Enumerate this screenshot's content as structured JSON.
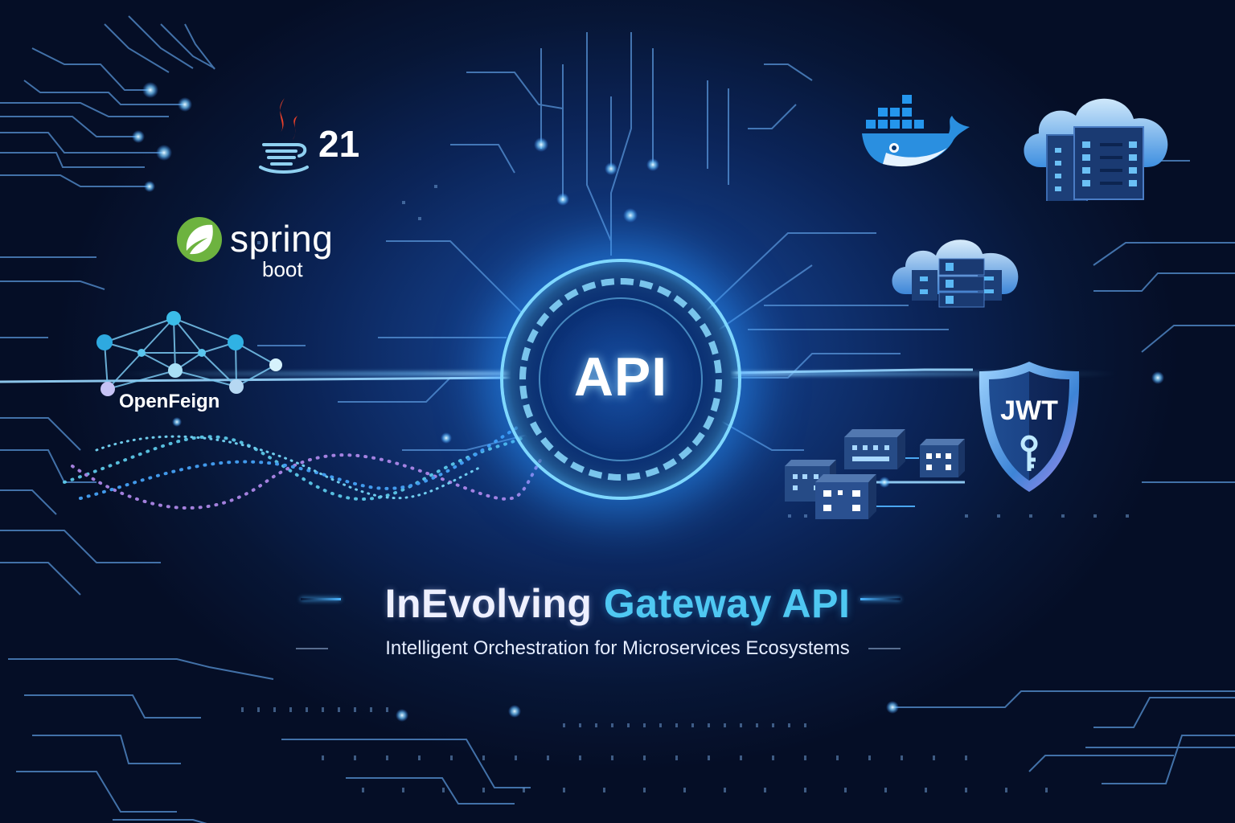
{
  "hero": {
    "center_badge": "API",
    "title_part1": "InEvolving",
    "title_part2": "Gateway API",
    "tagline": "Intelligent Orchestration for Microservices Ecosystems"
  },
  "tech_logos": {
    "java": {
      "icon": "java-coffee-cup-icon",
      "version": "21"
    },
    "spring": {
      "icon": "spring-leaf-icon",
      "word": "spring",
      "sub": "boot"
    },
    "openfeign": {
      "icon": "network-graph-icon",
      "label": "OpenFeign"
    },
    "docker": {
      "icon": "docker-whale-icon"
    },
    "cloud_server_large": {
      "icon": "cloud-server-icon"
    },
    "cloud_server_small": {
      "icon": "cloud-server-rack-icon"
    },
    "microservices": {
      "icon": "microservice-modules-icon"
    },
    "jwt": {
      "icon": "shield-key-icon",
      "label": "JWT"
    }
  },
  "colors": {
    "background_dark": "#050e26",
    "background_mid": "#0b2458",
    "glow": "#7fd8ff",
    "title_white": "#eef0ff",
    "title_cyan": "#4fc8f2",
    "java_flame": "#e8402a",
    "java_cup": "#8fd0f0",
    "spring_green": "#6db33f",
    "docker_blue": "#2496ed"
  }
}
